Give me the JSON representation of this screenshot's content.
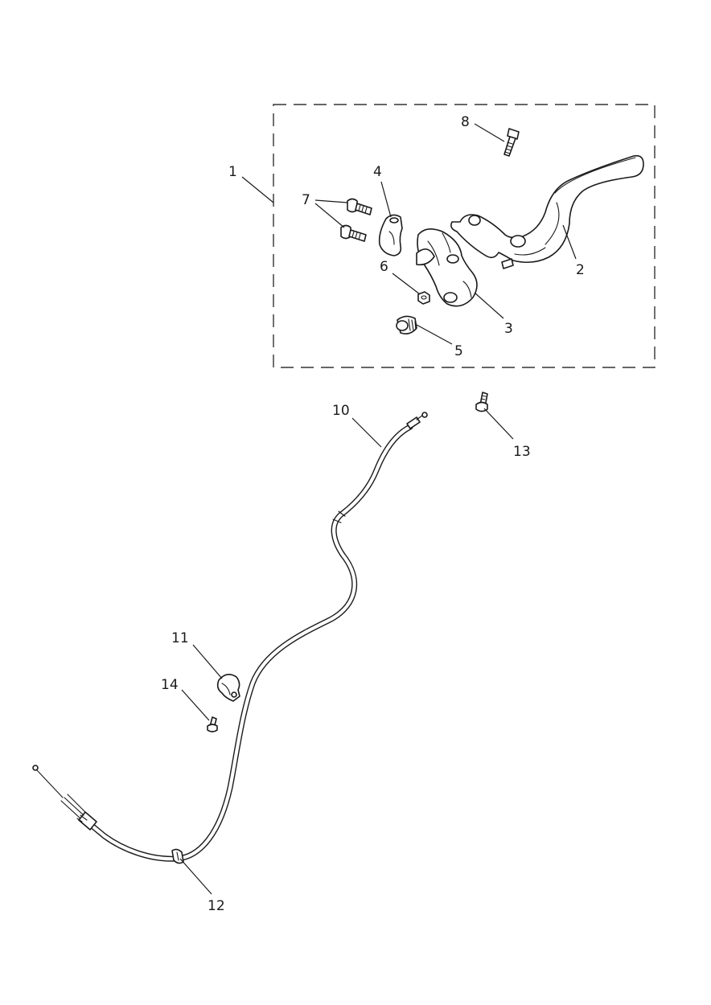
{
  "callouts": [
    {
      "id": "1",
      "text": "1"
    },
    {
      "id": "2",
      "text": "2"
    },
    {
      "id": "3",
      "text": "3"
    },
    {
      "id": "4",
      "text": "4"
    },
    {
      "id": "5",
      "text": "5"
    },
    {
      "id": "6",
      "text": "6"
    },
    {
      "id": "7",
      "text": "7"
    },
    {
      "id": "8",
      "text": "8"
    },
    {
      "id": "10",
      "text": "10"
    },
    {
      "id": "11",
      "text": "11"
    },
    {
      "id": "12",
      "text": "12"
    },
    {
      "id": "13",
      "text": "13"
    },
    {
      "id": "14",
      "text": "14"
    }
  ]
}
